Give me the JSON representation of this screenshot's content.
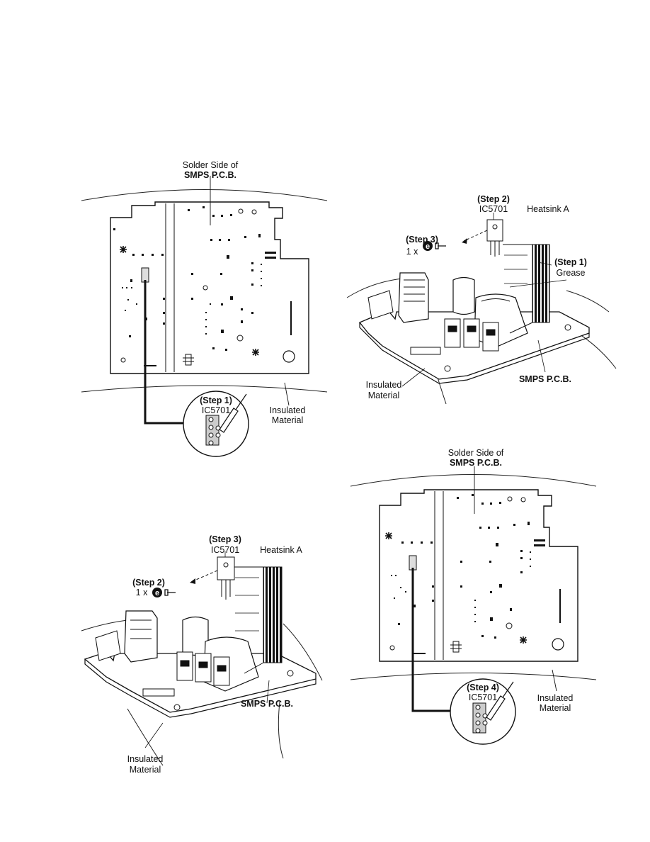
{
  "panels": {
    "top_left": {
      "solder_side_line1": "Solder Side of",
      "solder_side_line2": "SMPS P.C.B.",
      "step": "(Step 1)",
      "ic": "IC5701",
      "insulated_line1": "Insulated",
      "insulated_line2": "Material"
    },
    "top_right": {
      "step2": "(Step 2)",
      "ic": "IC5701",
      "heatsink": "Heatsink A",
      "step3": "(Step 3)",
      "screw_count": "1 x",
      "screw_letter": "e",
      "step1": "(Step 1)",
      "grease": "Grease",
      "insulated_line1": "Insulated",
      "insulated_line2": "Material",
      "pcb": "SMPS P.C.B."
    },
    "bottom_left": {
      "step3": "(Step 3)",
      "ic": "IC5701",
      "heatsink": "Heatsink A",
      "step2": "(Step 2)",
      "screw_count": "1 x",
      "screw_letter": "e",
      "pcb": "SMPS P.C.B.",
      "insulated_line1": "Insulated",
      "insulated_line2": "Material"
    },
    "bottom_right": {
      "solder_side_line1": "Solder Side of",
      "solder_side_line2": "SMPS P.C.B.",
      "step": "(Step 4)",
      "ic": "IC5701",
      "insulated_line1": "Insulated",
      "insulated_line2": "Material"
    }
  }
}
